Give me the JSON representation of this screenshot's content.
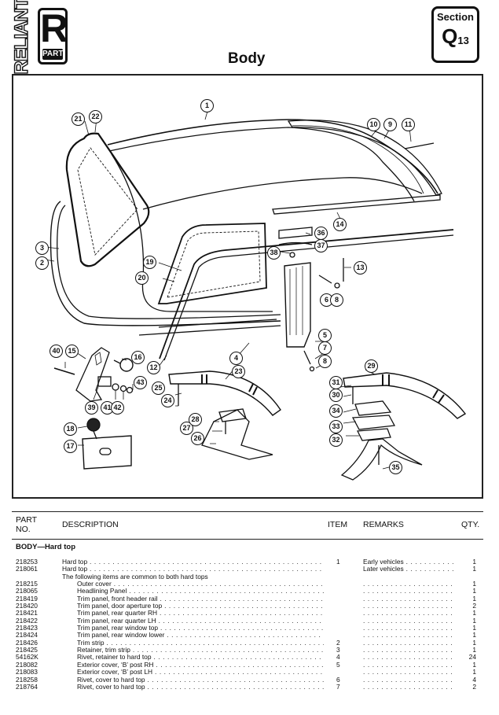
{
  "header": {
    "brand_vertical": "RELIANT",
    "brand_letter": "R",
    "brand_part": "PART",
    "title": "Body",
    "section_label": "Section",
    "section_letter": "Q",
    "section_number": "13"
  },
  "diagram": {
    "callouts": [
      "1",
      "2",
      "3",
      "4",
      "5",
      "6",
      "7",
      "8",
      "9",
      "10",
      "11",
      "12",
      "13",
      "14",
      "15",
      "16",
      "17",
      "18",
      "19",
      "20",
      "21",
      "22",
      "23",
      "24",
      "25",
      "26",
      "27",
      "28",
      "29",
      "30",
      "31",
      "32",
      "33",
      "34",
      "35",
      "36",
      "37",
      "38",
      "39",
      "40",
      "41",
      "42",
      "43"
    ]
  },
  "table": {
    "headers": {
      "part_no_line1": "PART",
      "part_no_line2": "NO.",
      "description": "DESCRIPTION",
      "item": "ITEM",
      "remarks": "REMARKS",
      "qty": "QTY."
    },
    "group_title": "BODY—Hard top",
    "rows": [
      {
        "part_no": "218253",
        "description": "Hard top",
        "item": "1",
        "remarks": "Early vehicles",
        "qty": "1",
        "indent": false
      },
      {
        "part_no": "218061",
        "description": "Hard top",
        "item": "",
        "remarks": "Later vehicles",
        "qty": "1",
        "indent": false
      },
      {
        "part_no": "",
        "description": "The following items are common to both hard tops",
        "item": "",
        "remarks": "",
        "qty": "",
        "indent": false,
        "note": true
      },
      {
        "part_no": "218215",
        "description": "Outer cover",
        "item": "",
        "remarks": "",
        "qty": "1",
        "indent": true
      },
      {
        "part_no": "218065",
        "description": "Headlining Panel",
        "item": "",
        "remarks": "",
        "qty": "1",
        "indent": true
      },
      {
        "part_no": "218419",
        "description": "Trim panel, front header rail",
        "item": "",
        "remarks": "",
        "qty": "1",
        "indent": true
      },
      {
        "part_no": "218420",
        "description": "Trim panel, door aperture top",
        "item": "",
        "remarks": "",
        "qty": "2",
        "indent": true
      },
      {
        "part_no": "218421",
        "description": "Trim panel, rear quarter RH",
        "item": "",
        "remarks": "",
        "qty": "1",
        "indent": true
      },
      {
        "part_no": "218422",
        "description": "Trim panel, rear quarter LH",
        "item": "",
        "remarks": "",
        "qty": "1",
        "indent": true
      },
      {
        "part_no": "218423",
        "description": "Trim panel, rear window top",
        "item": "",
        "remarks": "",
        "qty": "1",
        "indent": true
      },
      {
        "part_no": "218424",
        "description": "Trim panel, rear window lower",
        "item": "",
        "remarks": "",
        "qty": "1",
        "indent": true
      },
      {
        "part_no": "218426",
        "description": "Trim strip",
        "item": "2",
        "remarks": "",
        "qty": "1",
        "indent": true
      },
      {
        "part_no": "218425",
        "description": "Retainer, trim strip",
        "item": "3",
        "remarks": "",
        "qty": "1",
        "indent": true
      },
      {
        "part_no": "54162K",
        "description": "Rivet, retainer to hard top",
        "item": "4",
        "remarks": "",
        "qty": "24",
        "indent": true
      },
      {
        "part_no": "218082",
        "description": "Exterior cover, ‘B’ post RH",
        "item": "5",
        "remarks": "",
        "qty": "1",
        "indent": true
      },
      {
        "part_no": "218083",
        "description": "Exterior cover, ‘B’ post LH",
        "item": "",
        "remarks": "",
        "qty": "1",
        "indent": true
      },
      {
        "part_no": "218258",
        "description": "Rivet, cover to hard top",
        "item": "6",
        "remarks": "",
        "qty": "4",
        "indent": true
      },
      {
        "part_no": "218764",
        "description": "Rivet, cover to hard top",
        "item": "7",
        "remarks": "",
        "qty": "2",
        "indent": true
      }
    ]
  }
}
